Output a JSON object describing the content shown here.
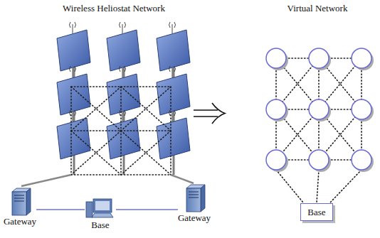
{
  "diagram": {
    "nodes": [
      {
        "text": [
          "Gateway"
        ]
      },
      {
        "text": [
          "Base"
        ]
      },
      {
        "text": [
          "Gateway"
        ]
      },
      {
        "text": [
          "Base"
        ]
      }
    ],
    "edges": [
      {
        "from": 0,
        "to": 1,
        "arrow": "none"
      },
      {
        "from": 1,
        "to": 2,
        "arrow": "none"
      }
    ],
    "labels": [
      "Wireless Heliostat Network",
      "Virtual Network"
    ]
  }
}
